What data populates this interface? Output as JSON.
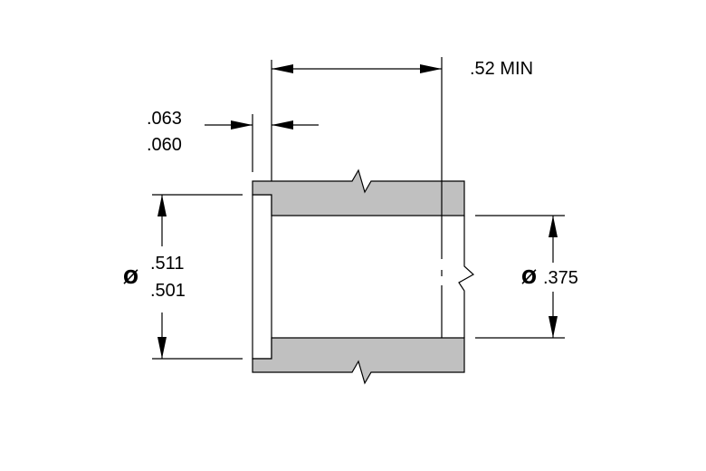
{
  "drawing": {
    "diameter_symbol": "Ø",
    "dims": {
      "overall_length": ".52 MIN",
      "flange_thickness_max": ".063",
      "flange_thickness_min": ".060",
      "outer_diameter_max": ".511",
      "outer_diameter_min": ".501",
      "inner_diameter": ".375"
    },
    "colors": {
      "section_fill": "#c0c0c0",
      "line": "#000000",
      "background": "#ffffff"
    }
  }
}
